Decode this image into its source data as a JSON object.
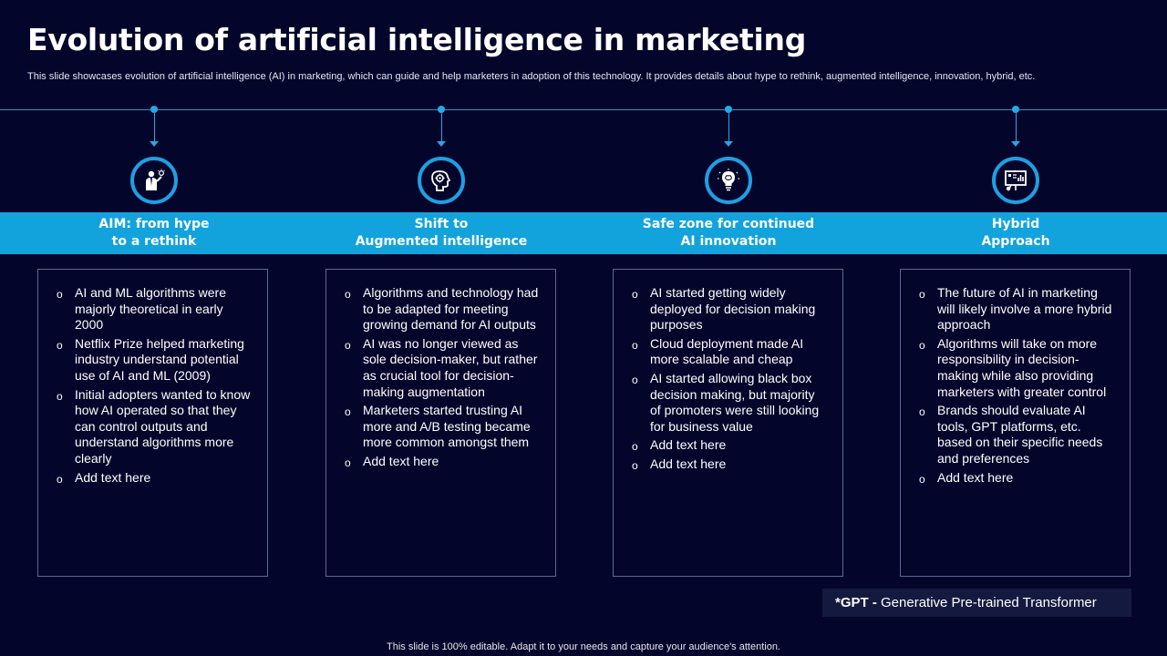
{
  "title": "Evolution of artificial intelligence in marketing",
  "subtitle": "This slide showcases evolution of artificial intelligence (AI) in marketing, which can guide and help marketers in adoption of this technology. It provides details about hype to rethink, augmented intelligence, innovation, hybrid, etc.",
  "colors": {
    "background": "#03052a",
    "band": "#12a3dd",
    "accent": "#1e9fe3"
  },
  "stages": [
    {
      "icon": "businessman-idea-icon",
      "heading_line1": "AIM: from hype",
      "heading_line2": "to a rethink",
      "points": [
        "AI and ML algorithms were majorly theoretical in early 2000",
        "Netflix Prize helped marketing industry understand potential use of AI and ML (2009)",
        "Initial adopters wanted to know how AI operated so that they can control outputs and understand algorithms more clearly",
        "Add text here"
      ]
    },
    {
      "icon": "brain-gear-head-icon",
      "heading_line1": "Shift to",
      "heading_line2": "Augmented intelligence",
      "points": [
        "Algorithms and technology had to be adapted for meeting growing demand for AI outputs",
        "AI was no longer viewed as sole decision-maker, but rather as crucial tool for decision-making augmentation",
        "Marketers started trusting AI more and A/B testing became more common amongst them",
        "Add text here"
      ]
    },
    {
      "icon": "lightbulb-brain-icon",
      "heading_line1": "Safe zone for continued",
      "heading_line2": "AI innovation",
      "points": [
        "AI started getting widely deployed for decision making purposes",
        "Cloud deployment made AI more scalable and cheap",
        "AI started allowing black box decision making, but majority of promoters were still looking for business value",
        "Add text here",
        "Add text here"
      ]
    },
    {
      "icon": "presentation-chart-icon",
      "heading_line1": "Hybrid",
      "heading_line2": "Approach",
      "points": [
        "The future of AI in marketing will likely involve a more hybrid approach",
        "Algorithms will take on more responsibility in decision-making while also providing marketers with greater control",
        "Brands should evaluate AI tools, GPT platforms, etc. based on their specific needs and preferences",
        "Add text here"
      ]
    }
  ],
  "bullet_symbol": "o",
  "footnote": {
    "term": "*GPT -",
    "definition": " Generative  Pre-trained Transformer"
  },
  "footer": "This slide is 100% editable. Adapt it to your needs and capture your audience's attention."
}
